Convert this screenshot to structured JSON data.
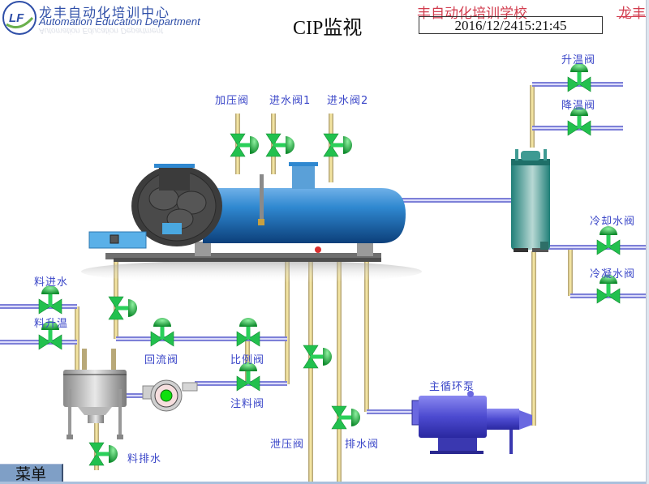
{
  "header": {
    "logo_badge": "LF",
    "org_name_cn": "龙丰自动化培训中心",
    "org_name_en": "Automation Education Department",
    "page_title": "CIP监视",
    "marquee_text_1": "丰自动化培训学校",
    "marquee_text_2": "龙丰",
    "datetime": "2016/12/2415:21:45"
  },
  "equipment": {
    "boiler": "boiler-tank",
    "heat_exchanger": "heat-exchanger",
    "mixing_tank": "material-tank",
    "feed_pump": "feed-pump",
    "main_pump_label": "主循环泵"
  },
  "valves": {
    "pressurize": "加压阀",
    "water_in_1": "进水阀1",
    "water_in_2": "进水阀2",
    "heat_up": "升温阀",
    "cool_down": "降温阀",
    "cooling_water": "冷却水阀",
    "condensate": "冷凝水阀",
    "material_water_in": "料进水",
    "material_heat": "料升温",
    "return_flow": "回流阀",
    "proportional": "比例阀",
    "injection": "注料阀",
    "material_drain": "料排水",
    "pressure_relief": "泄压阀",
    "drain": "排水阀"
  },
  "menu": {
    "label": "菜单"
  },
  "colors": {
    "valve_green": "#22b84a",
    "water_pipe": "#8a8ee0",
    "steam_pipe": "#e8d68a",
    "label_blue": "#3a46c8",
    "marquee_red": "#d23c4e",
    "boiler_blue": "#1f6fb6",
    "exchanger_teal": "#2e9a92",
    "pump_purple": "#5a58d8"
  }
}
